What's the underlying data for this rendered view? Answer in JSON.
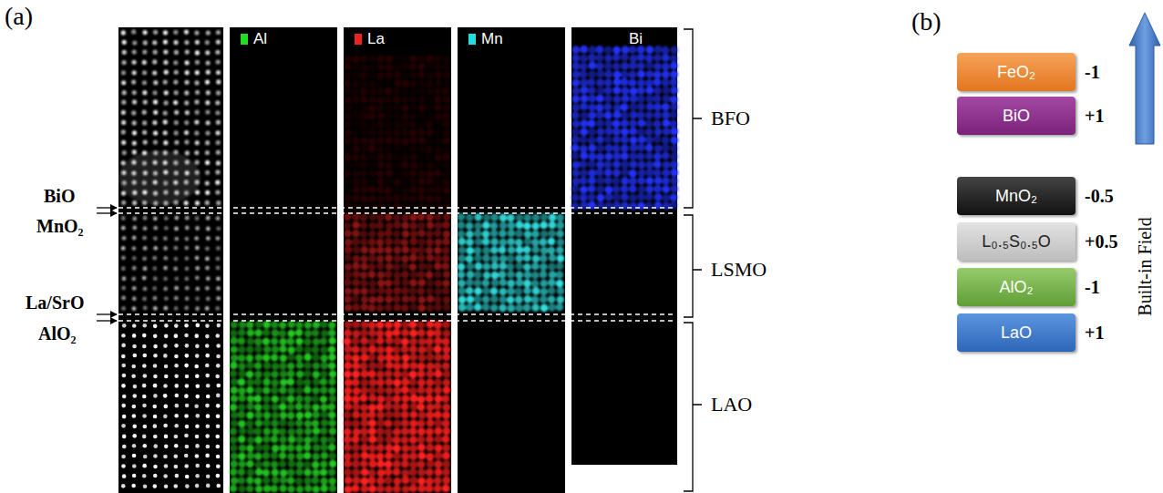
{
  "diagram": {
    "nodes": [
      {
        "text": [
          "FeO₂"
        ]
      },
      {
        "text": [
          "BiO"
        ]
      },
      {
        "text": [
          "MnO₂"
        ]
      },
      {
        "text": [
          "L₀.₅S₀.₅O"
        ]
      },
      {
        "text": [
          "AlO₂"
        ]
      },
      {
        "text": [
          "LaO"
        ]
      }
    ],
    "labels": [
      "(a)",
      "(b)",
      "BiO",
      "MnO₂",
      "La/SrO",
      "AlO₂",
      "Al",
      "La",
      "Mn",
      "Bi",
      "BFO",
      "LSMO",
      "LAO",
      "-1",
      "+1",
      "-0.5",
      "+0.5",
      "-1",
      "+1",
      "Built-in Field"
    ]
  }
}
